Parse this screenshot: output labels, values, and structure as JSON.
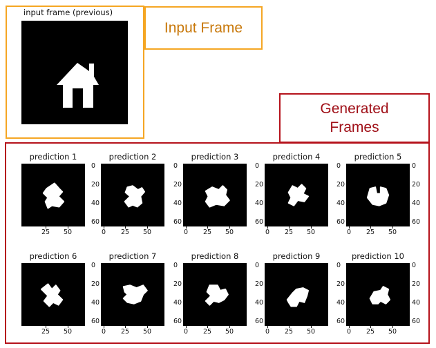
{
  "colors": {
    "input_border": "#f5a623",
    "input_label_text": "#c8780a",
    "generated_border": "#b5121b",
    "generated_label_text": "#a01018",
    "image_background": "#000000",
    "shape": "#ffffff"
  },
  "input_panel": {
    "image_title": "input frame (previous)",
    "callout_label": "Input Frame"
  },
  "generated_panel": {
    "callout_label_line1": "Generated",
    "callout_label_line2": "Frames",
    "y_tick_labels": [
      "0",
      "20",
      "40",
      "60"
    ],
    "x_tick_labels": [
      "0",
      "25",
      "50"
    ],
    "predictions": [
      {
        "title": "prediction 1"
      },
      {
        "title": "prediction 2"
      },
      {
        "title": "prediction 3"
      },
      {
        "title": "prediction 4"
      },
      {
        "title": "prediction 5"
      },
      {
        "title": "prediction 6"
      },
      {
        "title": "prediction 7"
      },
      {
        "title": "prediction 8"
      },
      {
        "title": "prediction 9"
      },
      {
        "title": "prediction 10"
      }
    ]
  }
}
